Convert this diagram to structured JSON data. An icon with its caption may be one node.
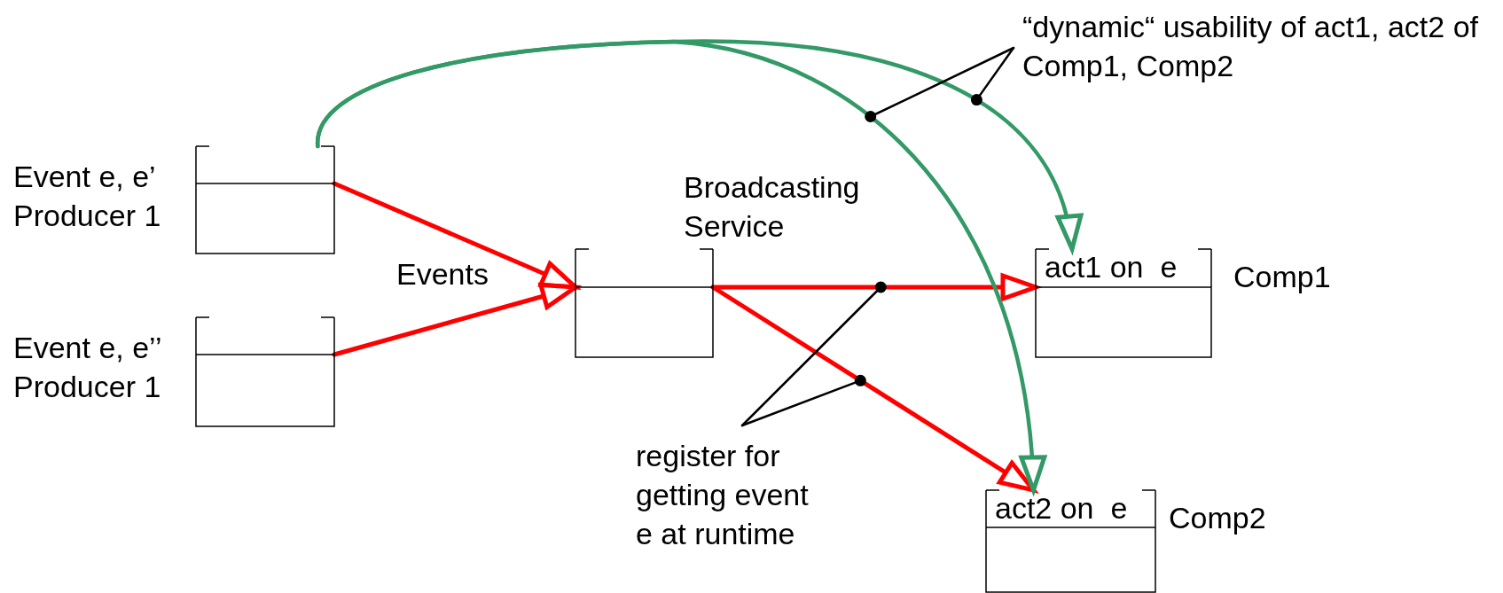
{
  "diagram": {
    "nodes": [
      {
        "text": [],
        "shape": "box",
        "beside": [
          "Event e, e’ Producer 1"
        ]
      },
      {
        "text": [],
        "shape": "box",
        "beside": [
          "Event e, e’’ Producer 1"
        ]
      },
      {
        "text": [],
        "shape": "box",
        "beside": [
          "Broadcasting Service"
        ]
      },
      {
        "text": [
          "act1 on  e"
        ],
        "beside": [
          "Comp1"
        ]
      },
      {
        "text": [
          "act2 on  e"
        ],
        "beside": [
          "Comp2"
        ]
      },
      {
        "text": [
          "“dynamic“ usability of act1, act2 of Comp1, Comp2"
        ]
      },
      {
        "text": [
          "register for getting event e at runtime"
        ]
      }
    ],
    "edges": [
      {
        "from": 0,
        "to": 2,
        "arrow": "to"
      },
      {
        "from": 1,
        "to": 2,
        "arrow": "to"
      },
      {
        "from": 2,
        "to": 3,
        "arrow": "to"
      },
      {
        "from": 2,
        "to": 4,
        "arrow": "to"
      },
      {
        "from": 0,
        "to": 3,
        "arrow": "to",
        "color": "#339966"
      },
      {
        "from": 0,
        "to": 4,
        "arrow": "to",
        "color": "#339966"
      },
      {
        "from": 5,
        "to": null,
        "arrow": "other",
        "color": "#000000"
      },
      {
        "from": 5,
        "to": null,
        "arrow": "other",
        "color": "#000000"
      },
      {
        "from": 6,
        "to": null,
        "arrow": "other",
        "color": "#000000"
      },
      {
        "from": 6,
        "to": null,
        "arrow": "other",
        "color": "#000000"
      }
    ],
    "labels": [
      "Events"
    ]
  }
}
